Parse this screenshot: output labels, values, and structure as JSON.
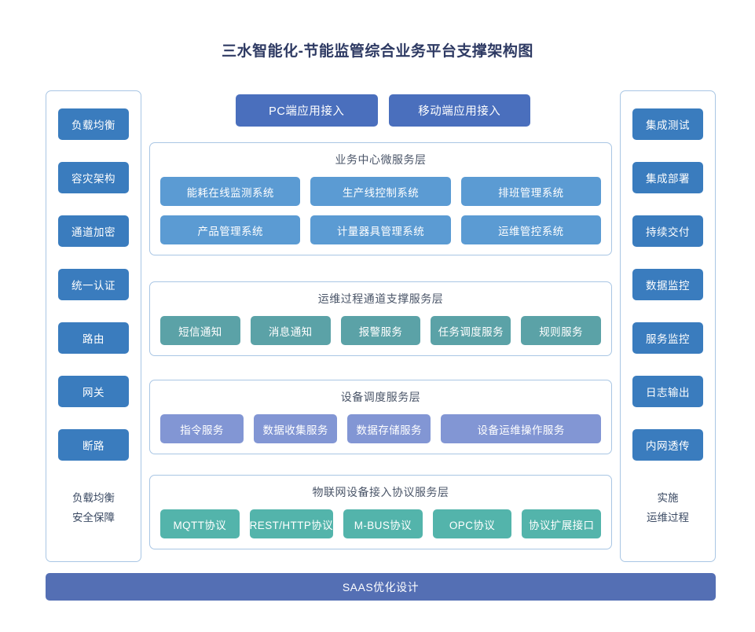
{
  "title": "三水智能化-节能监管综合业务平台支撑架构图",
  "colors": {
    "title": "#2e3a63",
    "panel_border": "#a9c6e4",
    "side_button": "#3a7cbe",
    "access_button": "#4a6fbd",
    "business_node": "#5b9bd3",
    "channel_node": "#5ba2a7",
    "device_node": "#8296d4",
    "iot_node": "#53b4ab",
    "bottom_bar": "#546fb4",
    "background": "#ffffff"
  },
  "left_panel": {
    "items": [
      {
        "label": "负载均衡"
      },
      {
        "label": "容灾架构"
      },
      {
        "label": "通道加密"
      },
      {
        "label": "统一认证"
      },
      {
        "label": "路由"
      },
      {
        "label": "网关"
      },
      {
        "label": "断路"
      }
    ],
    "caption_line1": "负载均衡",
    "caption_line2": "安全保障"
  },
  "right_panel": {
    "items": [
      {
        "label": "集成测试"
      },
      {
        "label": "集成部署"
      },
      {
        "label": "持续交付"
      },
      {
        "label": "数据监控"
      },
      {
        "label": "服务监控"
      },
      {
        "label": "日志输出"
      },
      {
        "label": "内网透传"
      }
    ],
    "caption_line1": "实施",
    "caption_line2": "运维过程"
  },
  "access": {
    "buttons": [
      {
        "label": "PC端应用接入"
      },
      {
        "label": "移动端应用接入"
      }
    ]
  },
  "layers": [
    {
      "id": "business",
      "title": "业务中心微服务层",
      "rows": [
        [
          {
            "label": "能耗在线监测系统"
          },
          {
            "label": "生产线控制系统"
          },
          {
            "label": "排班管理系统"
          }
        ],
        [
          {
            "label": "产品管理系统"
          },
          {
            "label": "计量器具管理系统"
          },
          {
            "label": "运维管控系统"
          }
        ]
      ]
    },
    {
      "id": "channel",
      "title": "运维过程通道支撑服务层",
      "rows": [
        [
          {
            "label": "短信通知"
          },
          {
            "label": "消息通知"
          },
          {
            "label": "报警服务"
          },
          {
            "label": "任务调度服务"
          },
          {
            "label": "规则服务"
          }
        ]
      ]
    },
    {
      "id": "device",
      "title": "设备调度服务层",
      "rows": [
        [
          {
            "label": "指令服务"
          },
          {
            "label": "数据收集服务"
          },
          {
            "label": "数据存储服务"
          },
          {
            "label": "设备运维操作服务"
          }
        ]
      ]
    },
    {
      "id": "iot",
      "title": "物联网设备接入协议服务层",
      "rows": [
        [
          {
            "label": "MQTT协议"
          },
          {
            "label": "REST/HTTP协议"
          },
          {
            "label": "M-BUS协议"
          },
          {
            "label": "OPC协议"
          },
          {
            "label": "协议扩展接口"
          }
        ]
      ]
    }
  ],
  "bottom_bar": {
    "label": "SAAS优化设计"
  }
}
